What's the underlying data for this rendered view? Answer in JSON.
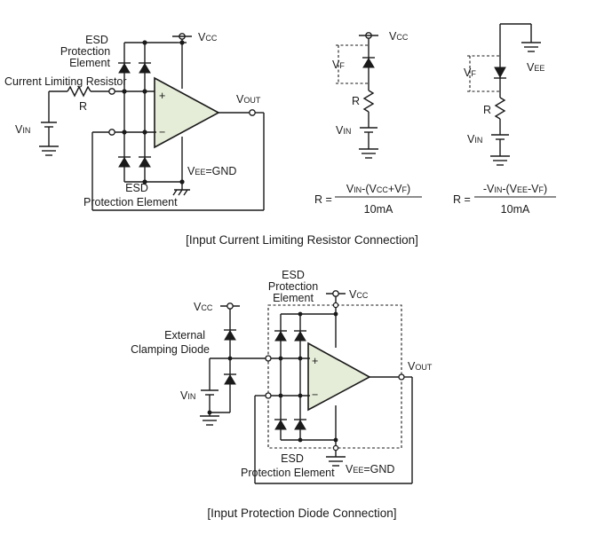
{
  "top_left": {
    "esd_label_1": "ESD",
    "esd_label_2": "Protection",
    "esd_label_3": "Element",
    "resistor_label": "Current Limiting Resistor",
    "r_label": "R",
    "vin_main": "V",
    "vin_sub": "IN",
    "vcc_main": "V",
    "vcc_sub": "CC",
    "vout_main": "V",
    "vout_sub": "OUT",
    "vee_main": "V",
    "vee_sub": "EE",
    "vee_suffix": "=GND",
    "plus": "+",
    "minus": "−",
    "esd_bottom_1": "ESD",
    "esd_bottom_2": "Protection Element"
  },
  "top_mid": {
    "vcc_main": "V",
    "vcc_sub": "CC",
    "vf_main": "V",
    "vf_sub": "F",
    "r_label": "R",
    "vin_main": "V",
    "vin_sub": "IN",
    "formula_prefix": "R =",
    "num_a": "V",
    "num_a_sub": "IN",
    "num_b": "-(V",
    "num_b_sub": "CC",
    "num_c": "+V",
    "num_c_sub": "F",
    "num_d": ")",
    "denominator": "10mA"
  },
  "top_right": {
    "vee_main": "V",
    "vee_sub": "EE",
    "vf_main": "V",
    "vf_sub": "F",
    "r_label": "R",
    "vin_main": "V",
    "vin_sub": "IN",
    "formula_prefix": "R =",
    "num_a": "-V",
    "num_a_sub": "IN",
    "num_b": "-(V",
    "num_b_sub": "EE",
    "num_c": "-V",
    "num_c_sub": "F",
    "num_d": ")",
    "denominator": "10mA"
  },
  "caption_top": "[Input Current Limiting Resistor Connection]",
  "bottom": {
    "esd_label_1": "ESD",
    "esd_label_2": "Protection",
    "esd_label_3": "Element",
    "vcc_main": "V",
    "vcc_sub": "CC",
    "vcc2_main": "V",
    "vcc2_sub": "CC",
    "clamp_1": "External",
    "clamp_2": "Clamping Diode",
    "vin_main": "V",
    "vin_sub": "IN",
    "vout_main": "V",
    "vout_sub": "OUT",
    "plus": "+",
    "minus": "−",
    "esd_bottom_1": "ESD",
    "esd_bottom_2": "Protection Element",
    "vee_main": "V",
    "vee_sub": "EE",
    "vee_suffix": "=GND"
  },
  "caption_bottom": "[Input Protection Diode Connection]"
}
